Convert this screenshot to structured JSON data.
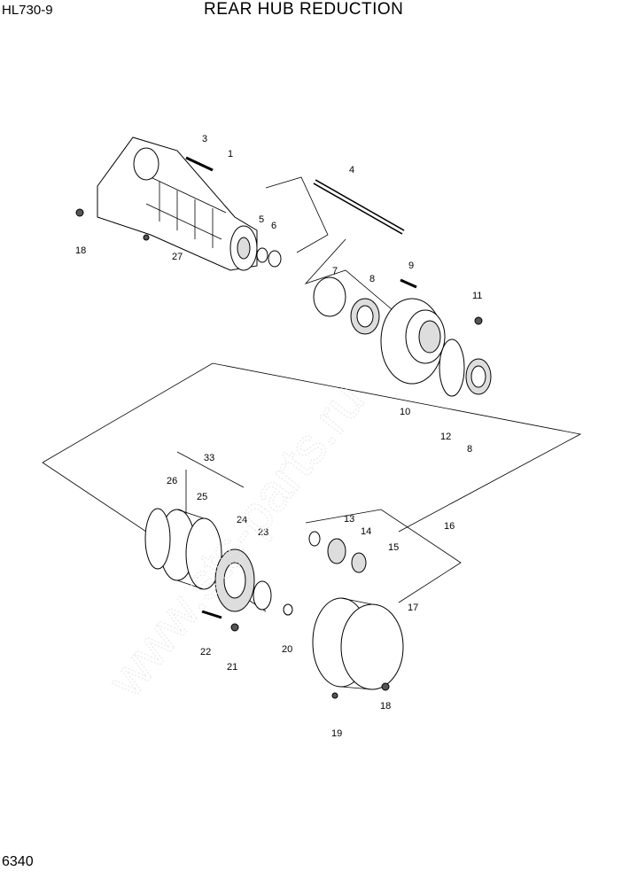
{
  "header": {
    "model_code": "HL730-9",
    "title": "REAR HUB REDUCTION"
  },
  "footer": {
    "page_number": "6340"
  },
  "callouts": [
    "1",
    "3",
    "4",
    "5",
    "6",
    "7",
    "8",
    "9",
    "10",
    "11",
    "12",
    "8",
    "18",
    "27",
    "33",
    "26",
    "25",
    "24",
    "23",
    "13",
    "14",
    "15",
    "16",
    "17",
    "22",
    "21",
    "20",
    "18",
    "19"
  ],
  "watermark": "www.sts-parts.ru"
}
